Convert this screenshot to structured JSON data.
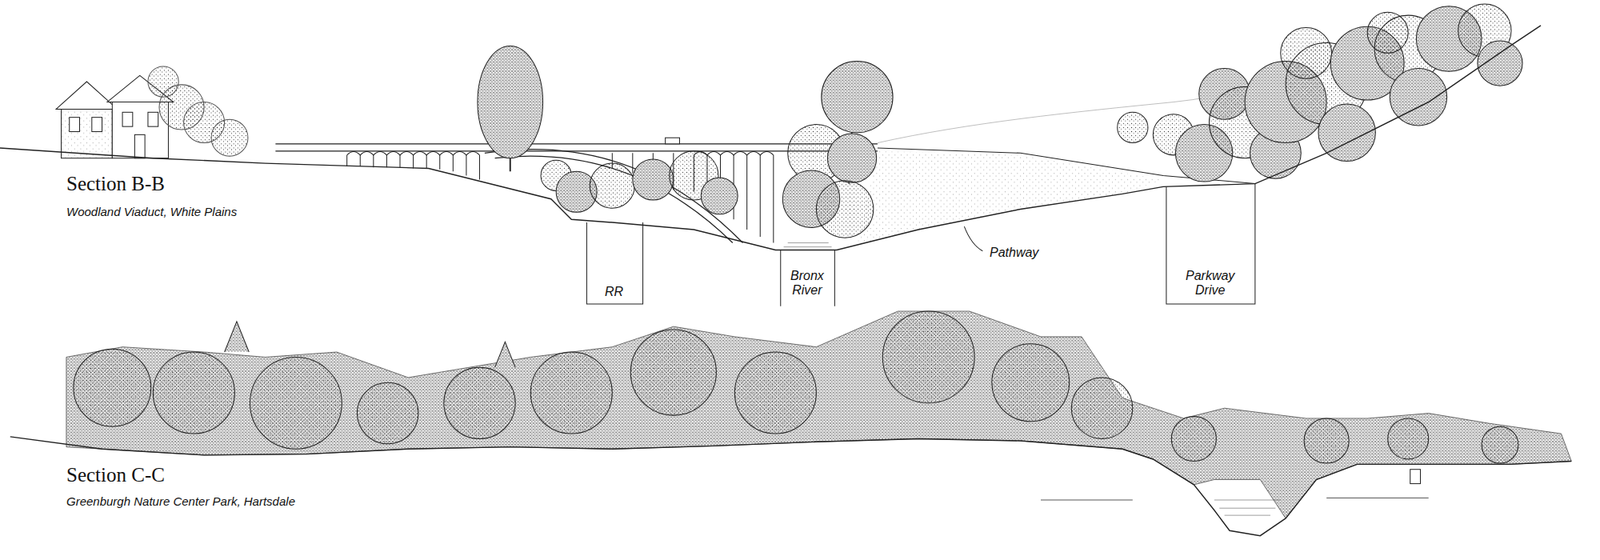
{
  "diagram": {
    "labels": [
      "Section B-B",
      "Woodland Viaduct, White Plains",
      "RR",
      "Bronx River",
      "Pathway",
      "Parkway Drive",
      "Section C-C",
      "Greenburgh Nature Center Park, Hartsdale"
    ]
  }
}
